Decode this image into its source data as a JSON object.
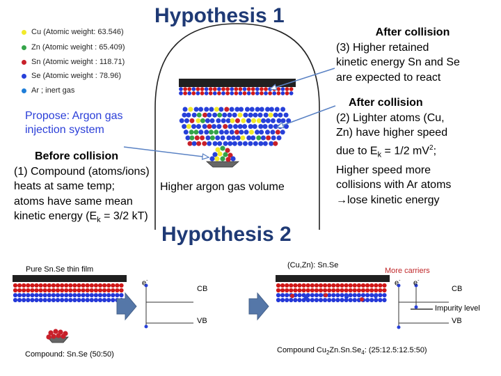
{
  "titles": {
    "hypothesis1": "Hypothesis 1",
    "hypothesis2": "Hypothesis 2"
  },
  "legend": [
    {
      "label": "Cu (Atomic weight: 63.546)",
      "color": "#f2ea2a"
    },
    {
      "label": "Zn (Atomic weight :  65.409)",
      "color": "#35a449"
    },
    {
      "label": "Sn (Atomic weight :  118.71)",
      "color": "#c8202a"
    },
    {
      "label": "Se (Atomic weight :  78.96)",
      "color": "#2740d9"
    },
    {
      "label": "Ar ; inert gas",
      "color": "#1f7ed8"
    }
  ],
  "propose": {
    "line1": "Propose: Argon gas",
    "line2": "injection system"
  },
  "before": {
    "heading": "Before collision",
    "line1": "(1) Compound (atoms/ions)",
    "line2": "heats at same temp;",
    "line3": "atoms have same mean",
    "line4": "kinetic energy (E",
    "line4_sub": "k",
    "line4_end": " = 3/2 kT)"
  },
  "argon_volume": "Higher argon gas volume",
  "after3": {
    "heading": "After collision",
    "line1": "(3) Higher retained",
    "line2": "kinetic energy Sn and Se",
    "line3": "are expected to react"
  },
  "after2": {
    "heading": "After collision",
    "line1": "(2) Lighter atoms (Cu,",
    "line2": "Zn) have higher speed",
    "line3a": "due to E",
    "line3_sub": "k",
    "line3b": " = 1/2 mV",
    "line3_sup": "2",
    "line3c": ";",
    "line4": "Higher speed more",
    "line5": "collisions with Ar atoms",
    "line6": "→lose kinetic energy"
  },
  "h2_left": {
    "film_label": "Pure Sn.Se thin film",
    "electron": "e",
    "electron_sup": "-",
    "cb": "CB",
    "vb": "VB",
    "compound": "Compound: Sn.Se (50:50)"
  },
  "h2_right": {
    "film_label": "(Cu,Zn): Sn.Se",
    "more_carriers": "More carriers",
    "electron": "e",
    "electron_sup": "-",
    "cb": "CB",
    "impurity": "Impurity level",
    "vb": "VB",
    "compound_a": "Compound Cu",
    "compound_sub2": "2",
    "compound_b": "Zn.Sn.Se",
    "compound_sub4": "4",
    "compound_c": ":  (25:12.5:12.5:50)"
  },
  "colors": {
    "title": "#1f3a75",
    "propose": "#2a3ed8",
    "arrow": "#5a82c4",
    "film_red": "#d01818",
    "film_blue": "#2438d8",
    "dark_bar": "#202020",
    "more_carriers": "#c0282a"
  }
}
